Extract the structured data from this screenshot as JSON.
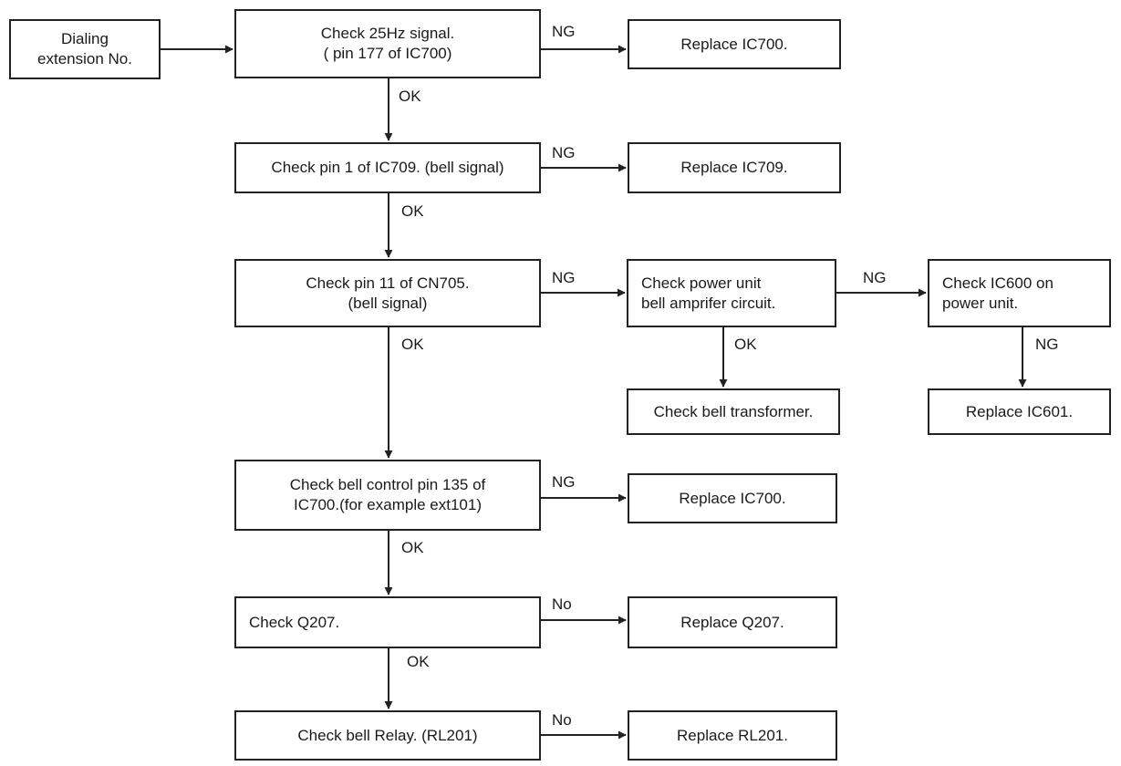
{
  "flowchart": {
    "nodes": {
      "start": [
        "Dialing",
        "extension No."
      ],
      "check_25hz": [
        "Check 25Hz signal.",
        "( pin 177 of IC700)"
      ],
      "replace_ic700_a": [
        "Replace IC700."
      ],
      "check_ic709": [
        "Check pin 1 of IC709. (bell signal)"
      ],
      "replace_ic709": [
        "Replace IC709."
      ],
      "check_cn705": [
        "Check pin 11 of CN705.",
        "(bell signal)"
      ],
      "check_power_unit": [
        "Check power unit",
        "bell amprifer circuit."
      ],
      "check_ic600": [
        "Check IC600 on",
        "power unit."
      ],
      "check_bell_transformer": [
        "Check bell transformer."
      ],
      "replace_ic601": [
        "Replace IC601."
      ],
      "check_bell_control": [
        "Check bell control pin 135 of",
        "IC700.(for example ext101)"
      ],
      "replace_ic700_b": [
        "Replace IC700."
      ],
      "check_q207": [
        "Check Q207."
      ],
      "replace_q207": [
        "Replace Q207."
      ],
      "check_bell_relay": [
        "Check bell Relay. (RL201)"
      ],
      "replace_rl201": [
        "Replace RL201."
      ]
    },
    "edge_labels": {
      "ng_25hz": "NG",
      "ok_25hz": "OK",
      "ng_ic709": "NG",
      "ok_ic709": "OK",
      "ng_cn705": "NG",
      "ok_cn705": "OK",
      "ng_power_unit": "NG",
      "ok_power_unit": "OK",
      "ng_ic600": "NG",
      "ng_bell_control": "NG",
      "ok_bell_control": "OK",
      "no_q207": "No",
      "ok_q207": "OK",
      "no_bell_relay": "No"
    },
    "colors": {
      "line": "#222222",
      "text": "#1a1a1a",
      "background": "#ffffff"
    }
  }
}
